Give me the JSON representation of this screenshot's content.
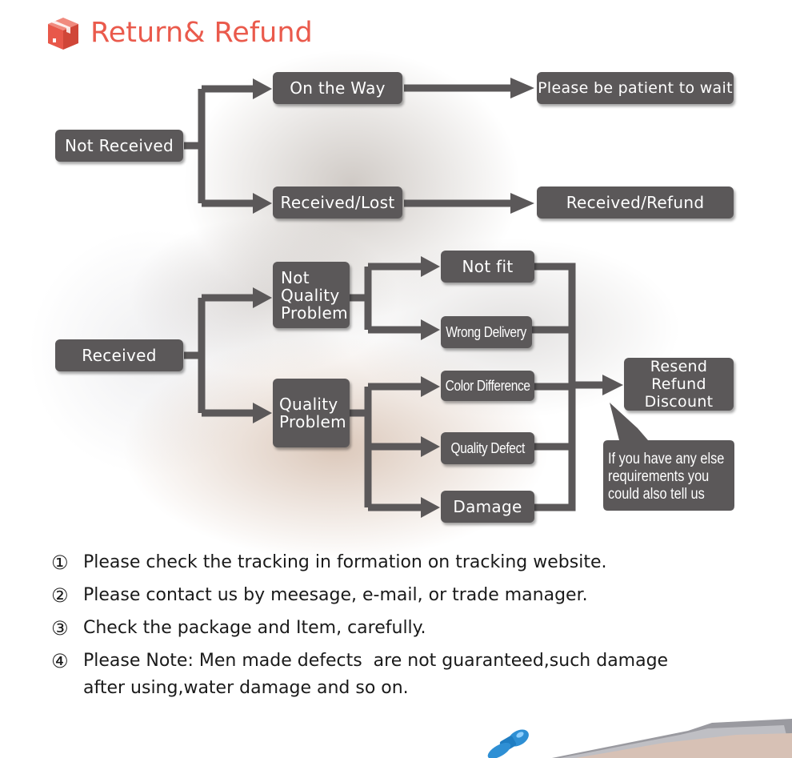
{
  "header": {
    "title": "Return& Refund",
    "icon": "box-icon",
    "accent_color": "#ea5a4c"
  },
  "colors": {
    "node_fill": "#5b5859",
    "arrow": "#5b5859",
    "node_text": "#ffffff"
  },
  "flow": {
    "not_received": "Not Received",
    "on_the_way": "On the Way",
    "be_patient": "Please be patient to wait",
    "received_lost": "Received/Lost",
    "received_refund": "Received/Refund",
    "received": "Received",
    "not_quality_problem": [
      "Not",
      "Quality",
      "Problem"
    ],
    "quality_problem": [
      "Quality",
      "Problem"
    ],
    "not_fit": "Not fit",
    "wrong_delivery": "Wrong Delivery",
    "color_difference": "Color Difference",
    "quality_defect": "Quality Defect",
    "damage": "Damage",
    "resend_refund_discount": [
      "Resend",
      "Refund",
      "Discount"
    ],
    "callout": [
      "If you have any else",
      "requirements you",
      "could also tell us"
    ]
  },
  "notes": [
    {
      "num": "①",
      "text": "Please check the tracking in formation on tracking website."
    },
    {
      "num": "②",
      "text": "Please contact us by meesage, e-mail, or trade manager."
    },
    {
      "num": "③",
      "text": "Check the package and Item, carefully."
    },
    {
      "num": "④",
      "text": "Please Note: Men made defects  are not guaranteed,such damage\nafter using,water damage and so on."
    }
  ],
  "decor": {
    "pin": "pushpin-icon"
  }
}
